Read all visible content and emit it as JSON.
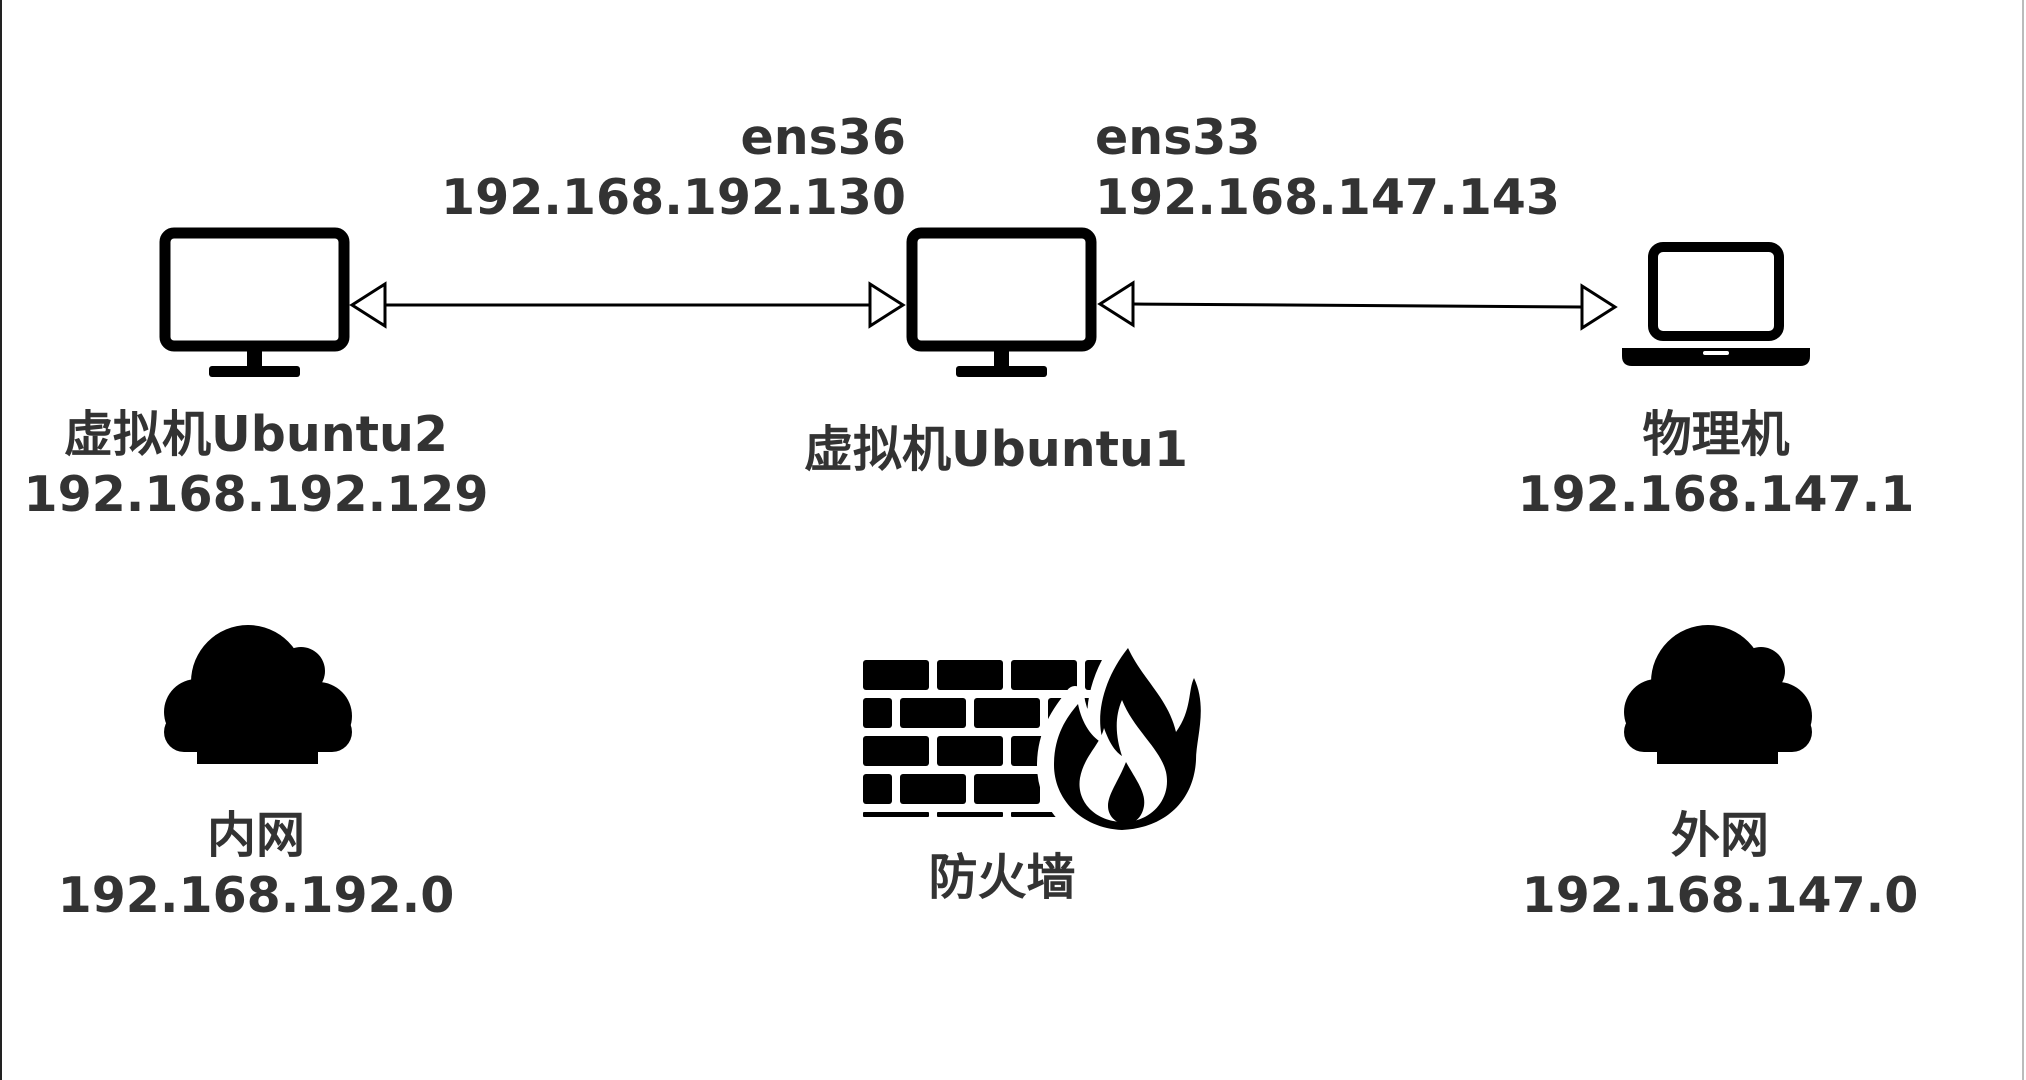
{
  "interfaces": {
    "left": {
      "name": "ens36",
      "ip": "192.168.192.130"
    },
    "right": {
      "name": "ens33",
      "ip": "192.168.147.143"
    }
  },
  "nodes": {
    "ubuntu2": {
      "name": "虚拟机Ubuntu2",
      "ip": "192.168.192.129",
      "icon": "monitor-icon"
    },
    "ubuntu1": {
      "name": "虚拟机Ubuntu1",
      "icon": "monitor-icon"
    },
    "physical": {
      "name": "物理机",
      "ip": "192.168.147.1",
      "icon": "laptop-icon"
    }
  },
  "networks": {
    "internal": {
      "name": "内网",
      "ip": "192.168.192.0",
      "icon": "cloud-icon"
    },
    "firewall": {
      "name": "防火墙",
      "icon": "firewall-icon"
    },
    "external": {
      "name": "外网",
      "ip": "192.168.147.0",
      "icon": "cloud-icon"
    }
  },
  "colors": {
    "stroke": "#000000",
    "text": "#333333",
    "background": "#ffffff"
  }
}
